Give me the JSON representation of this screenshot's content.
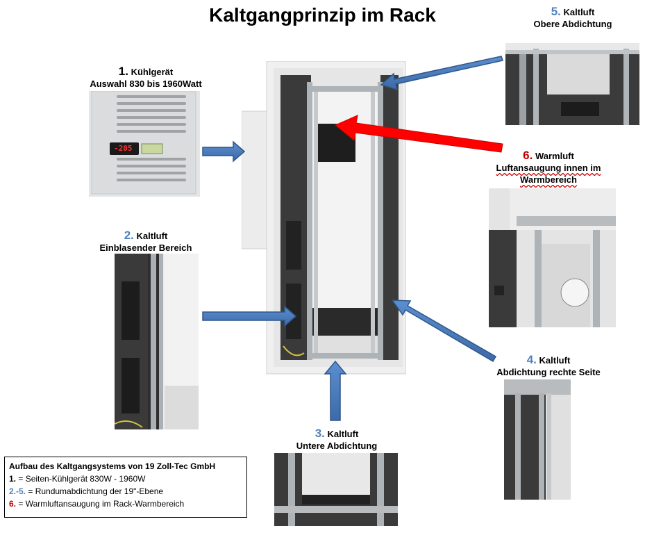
{
  "title": "Kaltgangprinzip im Rack",
  "labels": {
    "l1": {
      "num": "1.",
      "name": "Kühlgerät",
      "sub": "Auswahl 830 bis 1960Watt",
      "color": "#000000"
    },
    "l2": {
      "num": "2.",
      "name": "Kaltluft",
      "sub": "Einblasender Bereich",
      "color": "#4f81bd"
    },
    "l3": {
      "num": "3.",
      "name": "Kaltluft",
      "sub": "Untere Abdichtung",
      "color": "#4f81bd"
    },
    "l4": {
      "num": "4.",
      "name": "Kaltluft",
      "sub": "Abdichtung rechte Seite",
      "color": "#4f81bd"
    },
    "l5": {
      "num": "5.",
      "name": "Kaltluft",
      "sub": "Obere Abdichtung",
      "color": "#4f81bd"
    },
    "l6": {
      "num": "6.",
      "name": "Warmluft",
      "sub1": "Luftansaugung innen im",
      "sub2": "Warmbereich",
      "color": "#c00000"
    }
  },
  "display_value": "-205",
  "legend": {
    "heading": "Aufbau des Kaltgangsystems von 19  Zoll-Tec GmbH",
    "rows": [
      {
        "num": "1.",
        "text": " = Seiten-Kühlgerät 830W - 1960W",
        "color": "#000000"
      },
      {
        "num": "2.-5.",
        "text": " = Rundumabdichtung der 19\"-Ebene",
        "color": "#4f81bd"
      },
      {
        "num": "6.",
        "text": " = Warmluftansaugung im Rack-Warmbereich",
        "color": "#c00000"
      }
    ]
  },
  "colors": {
    "arrow_blue": "#4f81bd",
    "arrow_red": "#ff0000",
    "foam": "#3a3a3a",
    "frame": "#b0b4b8"
  }
}
